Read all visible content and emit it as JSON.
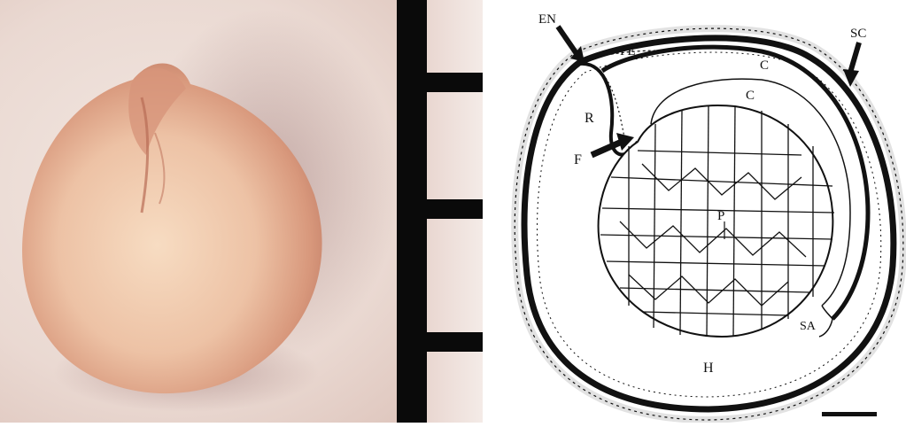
{
  "figure": {
    "photo": {
      "background_color": "#ece2dc",
      "seed_color": "#e6b295",
      "scale_bar_color": "#0a0a0a"
    },
    "drawing": {
      "labels": {
        "endosperm": "EN",
        "perisperm": "PE",
        "seed_coat": "SC",
        "cotyledon_outer": "C",
        "cotyledon_inner": "C",
        "radicle": "R",
        "funicle": "F",
        "plumule": "P",
        "shoot_apex": "SA",
        "hypocotyl": "H"
      },
      "line_color": "#111111"
    }
  }
}
